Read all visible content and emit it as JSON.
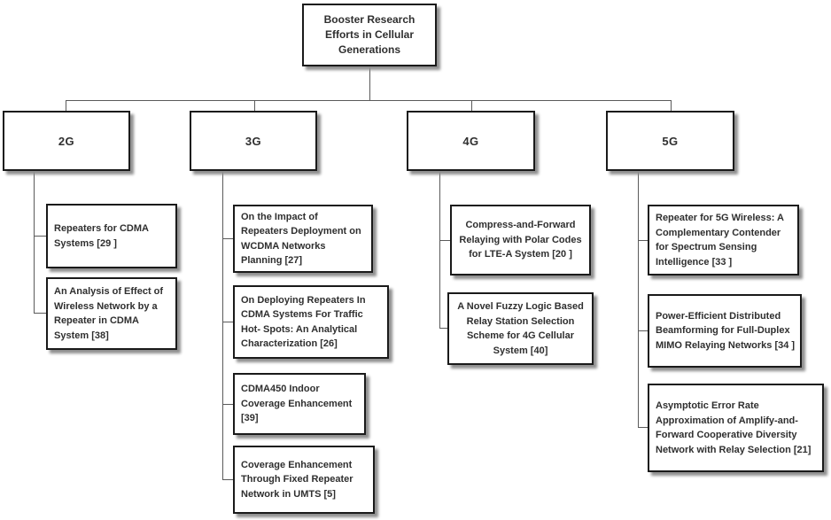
{
  "diagram": {
    "root": {
      "label": "Booster Research Efforts in Cellular Generations"
    },
    "branches": [
      {
        "label": "2G",
        "papers": [
          "Repeaters for CDMA Systems [29 ]",
          "An Analysis of Effect of Wireless Network by a Repeater in CDMA System [38]"
        ]
      },
      {
        "label": "3G",
        "papers": [
          "On the Impact of Repeaters Deployment on WCDMA Networks Planning [27]",
          "On Deploying Repeaters In CDMA Systems For Traffic Hot- Spots: An Analytical Characterization [26]",
          "CDMA450 Indoor Coverage Enhancement [39]",
          "Coverage Enhancement Through Fixed Repeater Network in UMTS [5]"
        ]
      },
      {
        "label": "4G",
        "papers": [
          "Compress-and-Forward Relaying with Polar Codes for LTE-A System [20 ]",
          "A Novel Fuzzy Logic Based Relay Station Selection Scheme for 4G Cellular System [40]"
        ]
      },
      {
        "label": "5G",
        "papers": [
          "Repeater for 5G Wireless: A Complementary Contender for Spectrum Sensing Intelligence [33 ]",
          "Power-Efficient Distributed Beamforming for Full-Duplex MIMO Relaying Networks [34 ]",
          "Asymptotic Error Rate Approximation of Amplify-and-Forward Cooperative Diversity Network with Relay Selection [21]"
        ]
      }
    ],
    "colors": {
      "box_background": "#ffffff",
      "box_border": "#1a1a1a",
      "box_shadow": "#8f8f8f",
      "text": "#2f2f2f",
      "connector": "#5a5a5a"
    }
  }
}
